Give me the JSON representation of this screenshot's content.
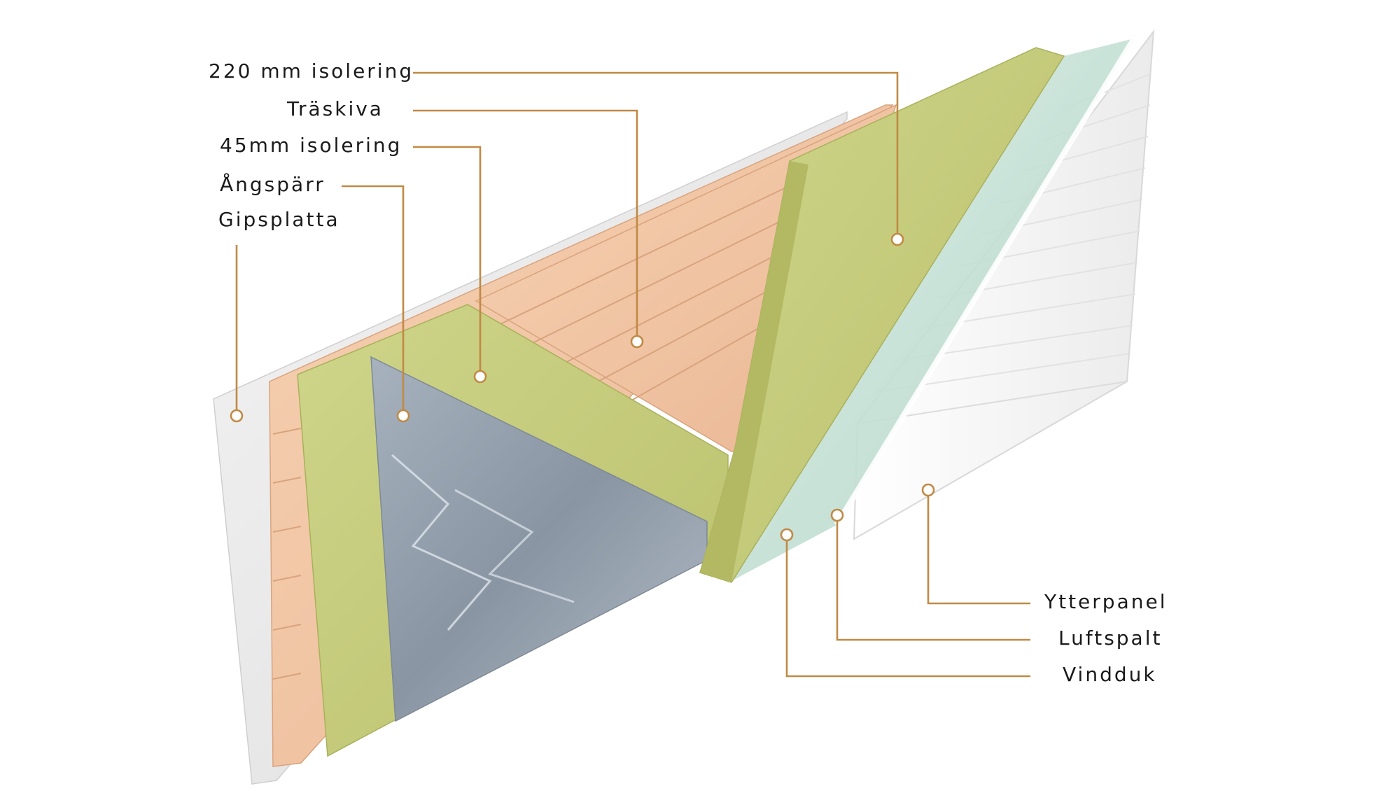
{
  "labels": {
    "isolering_220": "220 mm isolering",
    "traskiva": "Träskiva",
    "isolering_45": "45mm isolering",
    "angsparr": "Ångspärr",
    "gipsplatta": "Gipsplatta",
    "ytterpanel": "Ytterpanel",
    "luftspalt": "Luftspalt",
    "vindduk": "Vindduk"
  },
  "colors": {
    "leader": "#c08a45",
    "gypsum": "#ececec",
    "wood": "#f2c7a3",
    "insulation": "#c6cd7d",
    "vapor_barrier": "#8f9ba8",
    "wind_barrier": "#c4e2d6",
    "cladding": "#f6f6f6"
  }
}
